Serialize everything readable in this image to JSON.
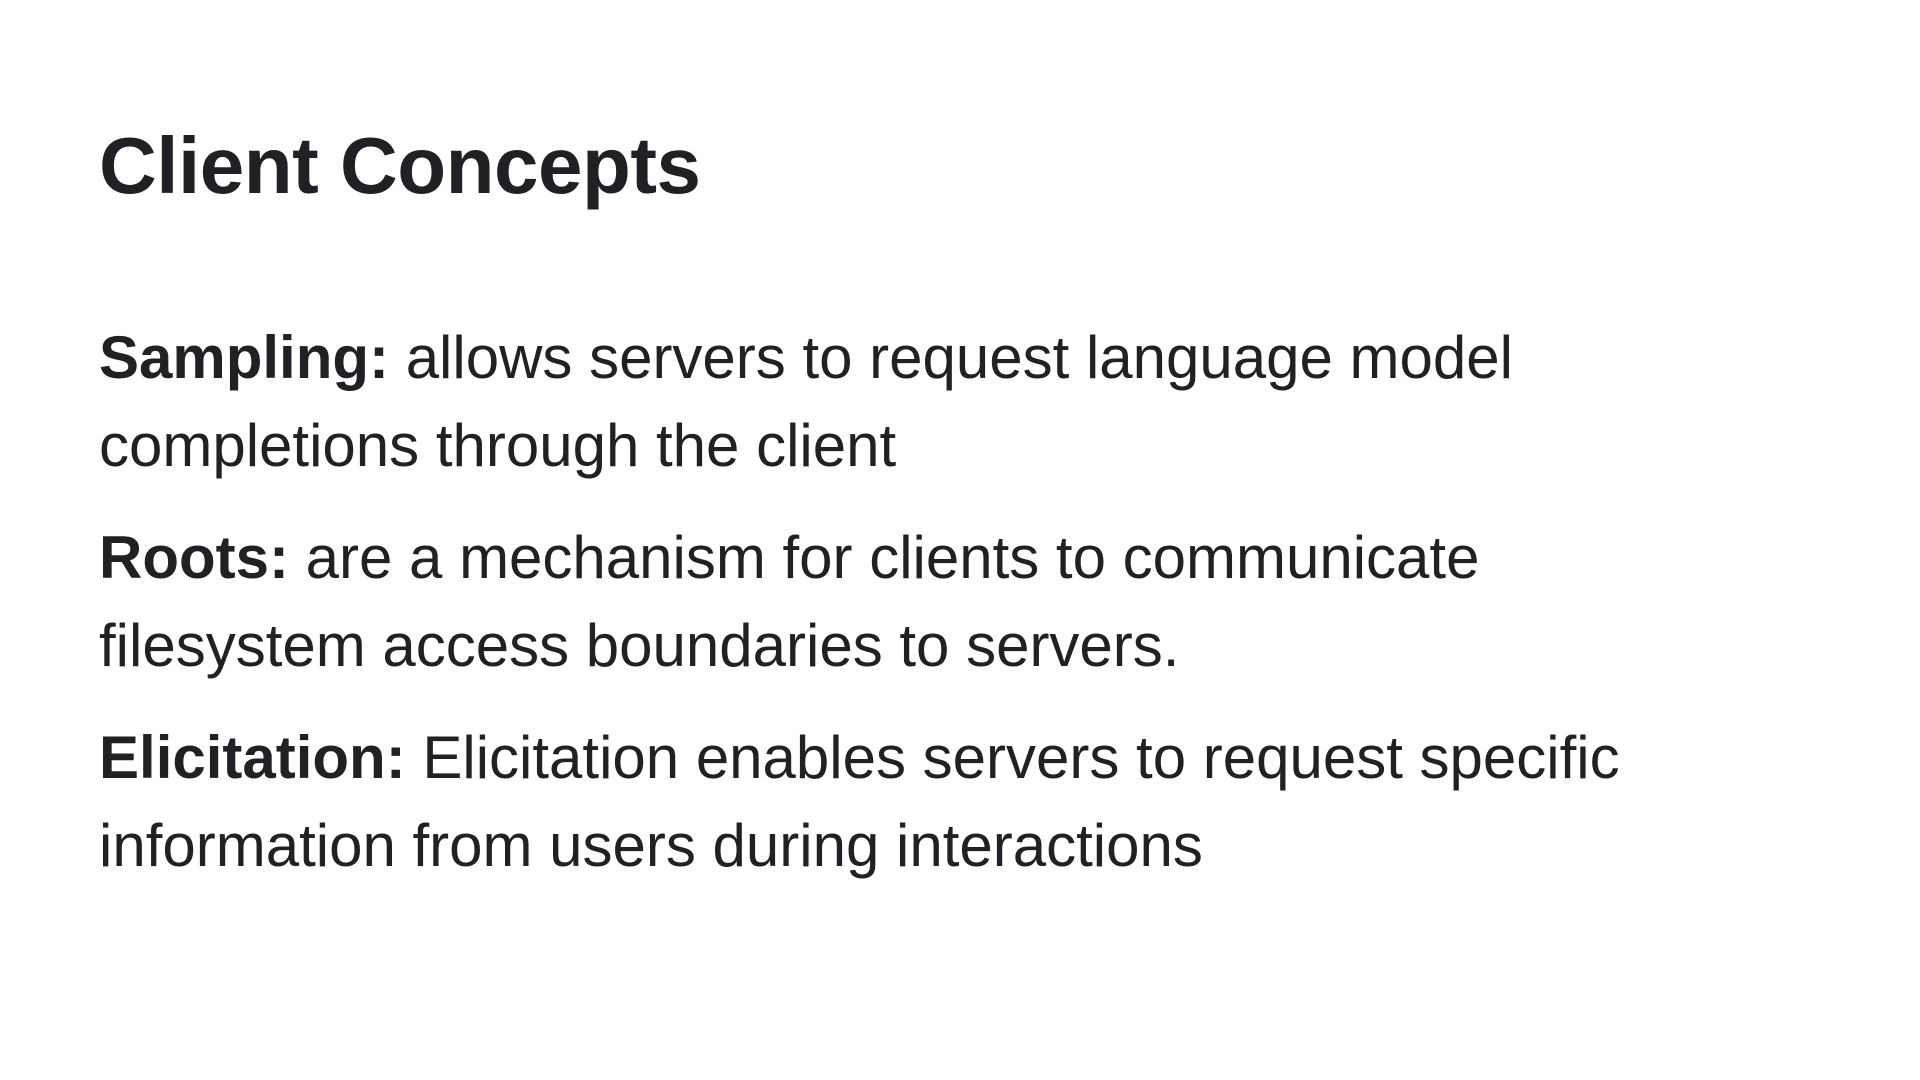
{
  "slide": {
    "title": "Client Concepts",
    "concepts": [
      {
        "term": "Sampling:",
        "description": "allows servers to request language model completions through the client"
      },
      {
        "term": "Roots:",
        "description": "are a mechanism for clients to communicate filesystem access boundaries to servers."
      },
      {
        "term": "Elicitation:",
        "description": "Elicitation enables servers to request specific information from users during interactions"
      }
    ],
    "colors": {
      "background": "#ffffff",
      "text": "#202124"
    }
  }
}
